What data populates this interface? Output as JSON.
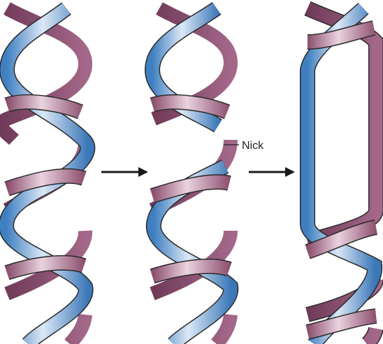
{
  "labels": {
    "nick": "Nick"
  },
  "colors": {
    "blue_strand": "#7fa9d8",
    "blue_strand_dark": "#2f6fb0",
    "pink_strand": "#c58aa8",
    "pink_strand_dark": "#8b4e6e",
    "outline": "#2a2a2a",
    "arrow": "#1a1a1a"
  },
  "panels": [
    {
      "name": "intact-double-helix"
    },
    {
      "name": "nicked-double-helix"
    },
    {
      "name": "relaxed-open-loop-helix"
    }
  ]
}
